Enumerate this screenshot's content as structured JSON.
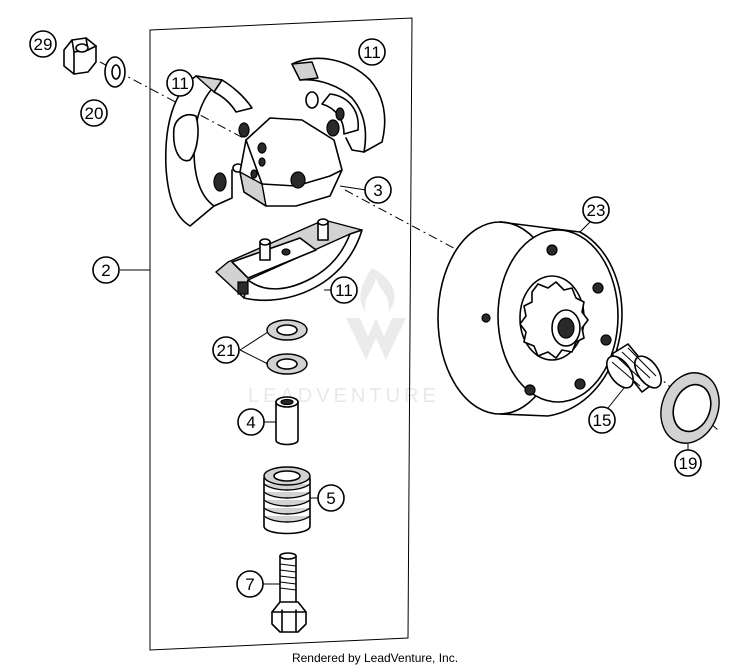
{
  "diagram": {
    "callouts": [
      {
        "id": "c29",
        "label": "29"
      },
      {
        "id": "c20",
        "label": "20"
      },
      {
        "id": "c11a",
        "label": "11"
      },
      {
        "id": "c11b",
        "label": "11"
      },
      {
        "id": "c3",
        "label": "3"
      },
      {
        "id": "c2",
        "label": "2"
      },
      {
        "id": "c11c",
        "label": "11"
      },
      {
        "id": "c21",
        "label": "21"
      },
      {
        "id": "c4",
        "label": "4"
      },
      {
        "id": "c5",
        "label": "5"
      },
      {
        "id": "c7",
        "label": "7"
      },
      {
        "id": "c23",
        "label": "23"
      },
      {
        "id": "c15",
        "label": "15"
      },
      {
        "id": "c19",
        "label": "19"
      }
    ],
    "watermark": "LEADVENTURE",
    "footer": "Rendered by LeadVenture, Inc."
  }
}
